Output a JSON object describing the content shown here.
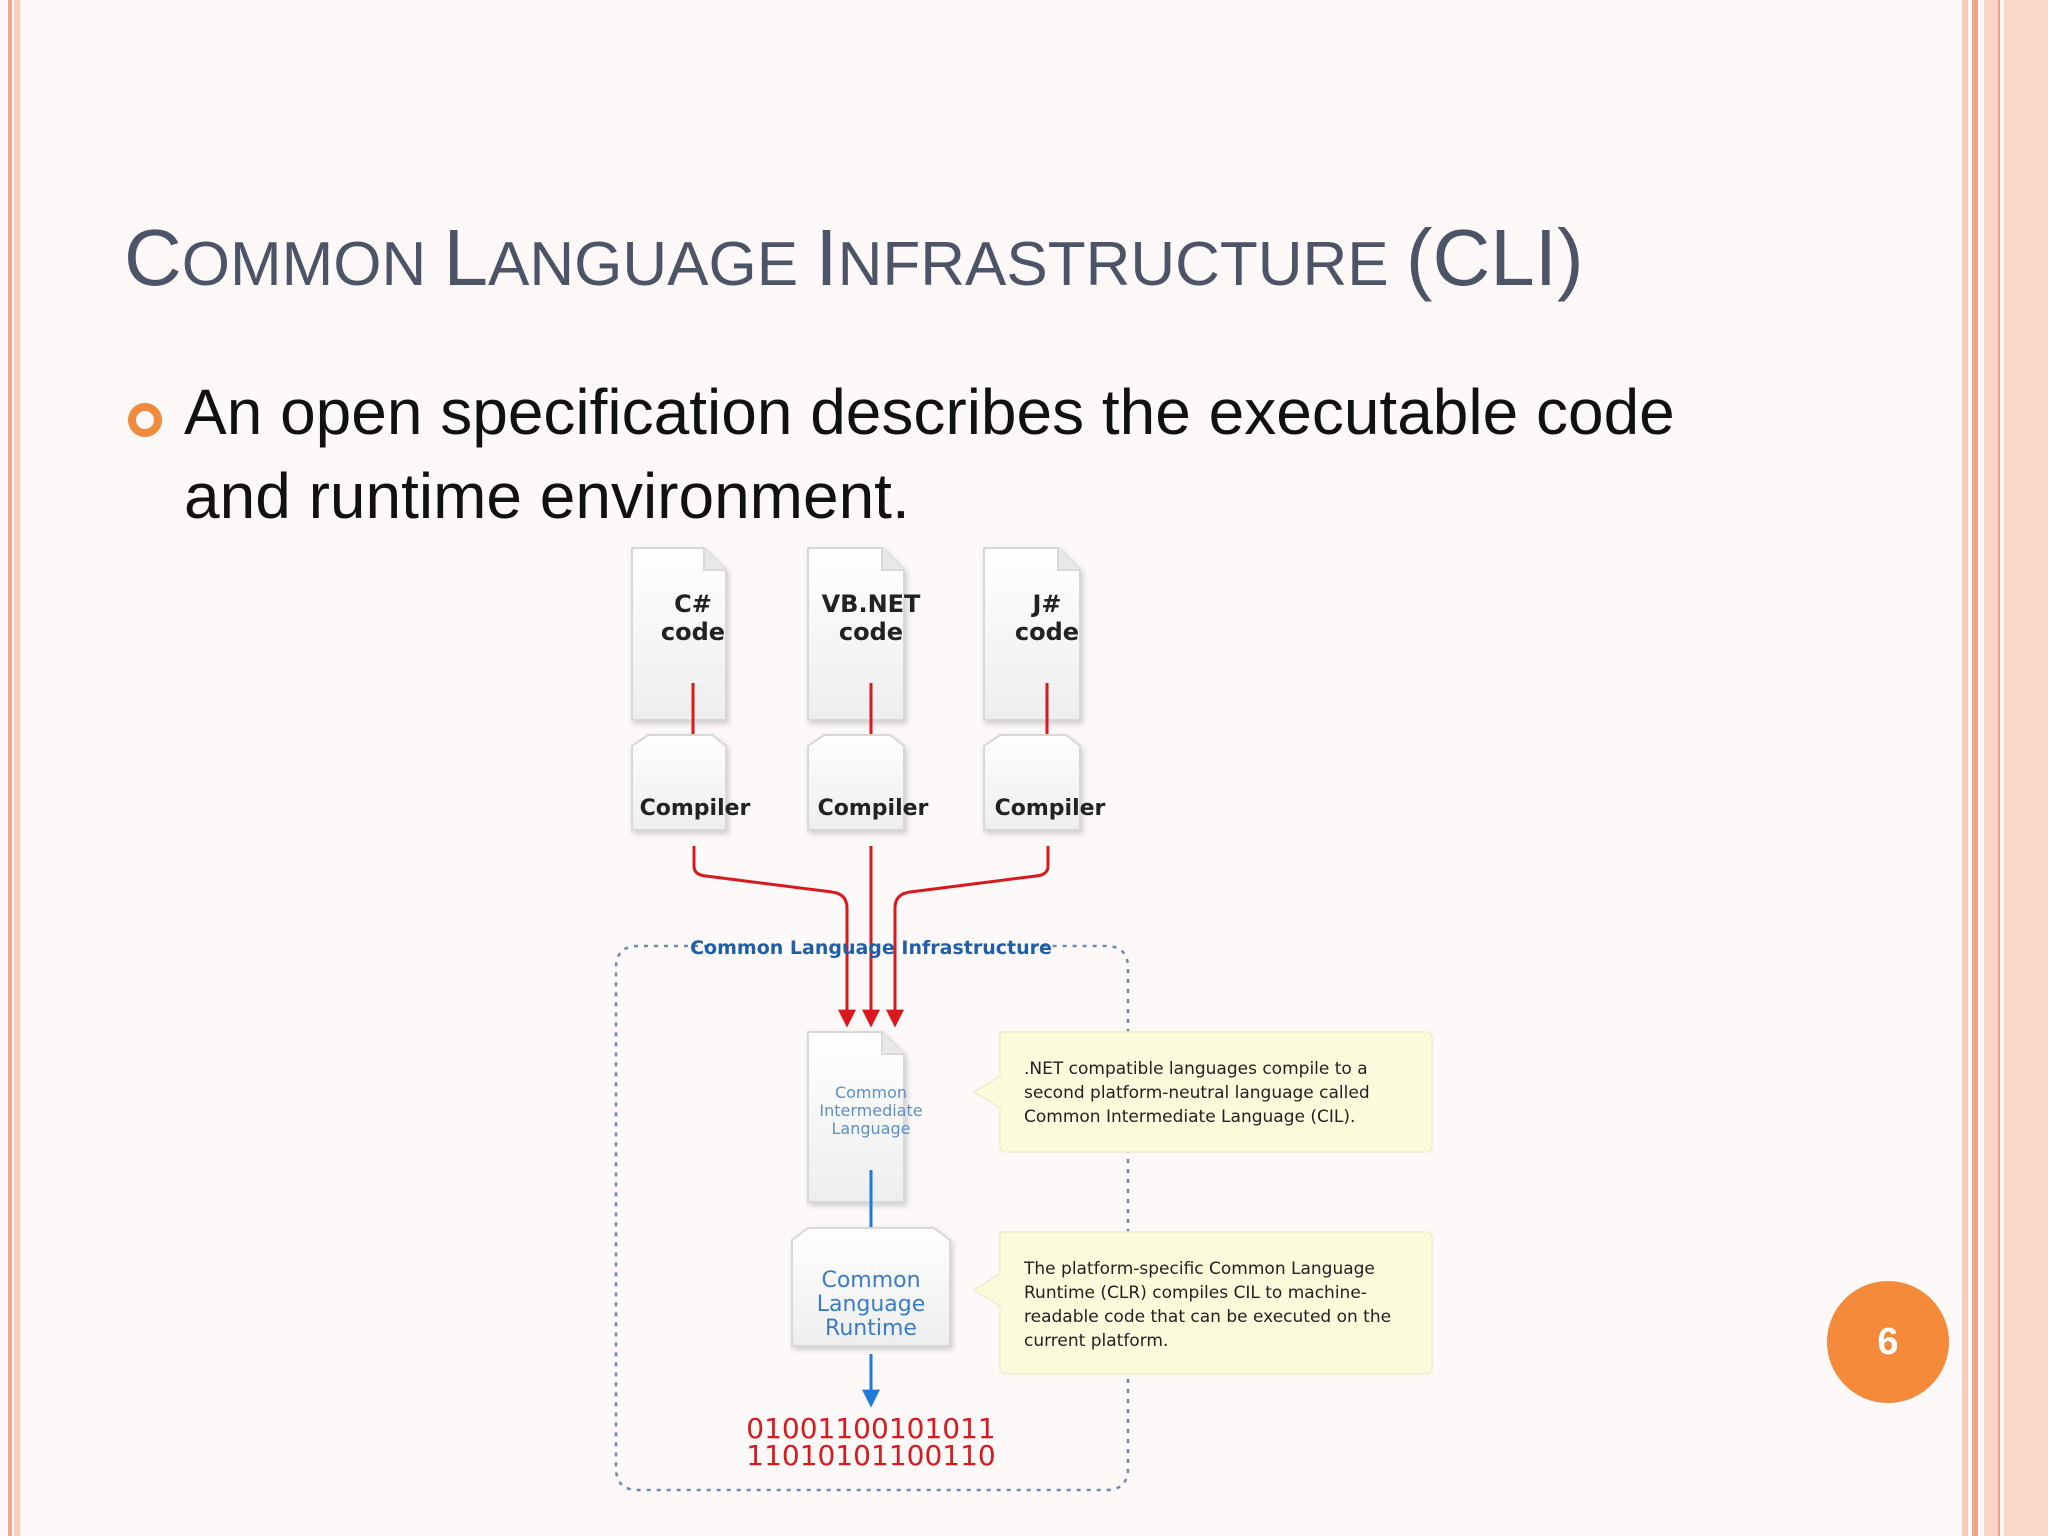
{
  "slide": {
    "title_parts": [
      {
        "initial": "C",
        "rest": "OMMON "
      },
      {
        "initial": "L",
        "rest": "ANGUAGE "
      },
      {
        "initial": "I",
        "rest": "NFRASTRUCTURE "
      },
      {
        "initial": "(CLI)",
        "rest": ""
      }
    ],
    "bullet": "An open specification describes the executable code and runtime environment.",
    "page_number": "6"
  },
  "colors": {
    "accent": "#f58a3a",
    "title": "#4d5468",
    "compile_arrow": "#d9191e",
    "runtime_arrow": "#1f7ad6",
    "infrastructure_label": "#1f5ea8",
    "machine_code": "#d9191e"
  },
  "diagram": {
    "source_files": [
      {
        "line1": "C#",
        "line2": "code"
      },
      {
        "line1": "VB.NET",
        "line2": "code"
      },
      {
        "line1": "J#",
        "line2": "code"
      }
    ],
    "compiler_label": "Compiler",
    "cli_label": "Common Language Infrastructure",
    "cil_doc": [
      "Common",
      "Intermediate",
      "Language"
    ],
    "clr_box": [
      "Common",
      "Language",
      "Runtime"
    ],
    "machine_code": [
      "01001100101011",
      "11010101100110"
    ],
    "note_cil": [
      ".NET compatible languages compile to a",
      "second platform-neutral language called",
      "Common Intermediate Language (CIL)."
    ],
    "note_clr": [
      "The platform-specific Common Language",
      "Runtime (CLR) compiles CIL to machine-",
      "readable code that can be executed on the",
      "current platform."
    ]
  }
}
